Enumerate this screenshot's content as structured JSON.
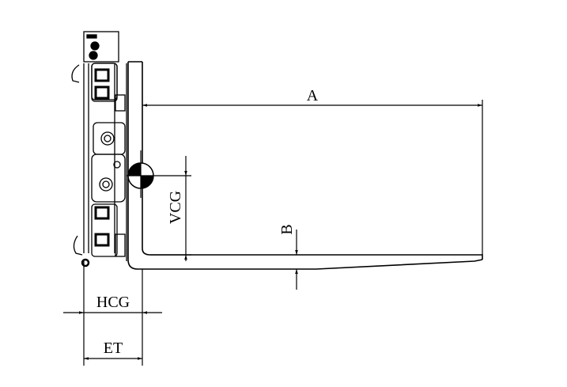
{
  "dimensions": {
    "A": "A",
    "B": "B",
    "VCG": "VCG",
    "HCG": "HCG",
    "ET": "ET"
  },
  "colors": {
    "line": "#000000",
    "background": "#ffffff"
  }
}
